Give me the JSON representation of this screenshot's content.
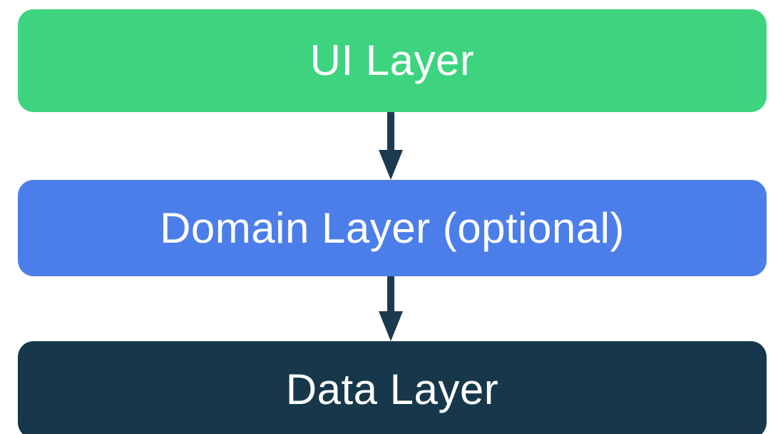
{
  "diagram": {
    "type": "layered-architecture-flow",
    "background_color": "#ffffff",
    "arrow_color": "#1b3a4f",
    "boxes": [
      {
        "id": "ui",
        "label": "UI Layer",
        "color": "#3ed47f",
        "text_color": "#ffffff"
      },
      {
        "id": "domain",
        "label": "Domain Layer (optional)",
        "color": "#4b7ee9",
        "text_color": "#ffffff"
      },
      {
        "id": "data",
        "label": "Data Layer",
        "color": "#16384a",
        "text_color": "#ffffff"
      }
    ],
    "arrows": [
      {
        "from": "ui",
        "to": "domain",
        "direction": "down"
      },
      {
        "from": "domain",
        "to": "data",
        "direction": "down"
      }
    ]
  }
}
